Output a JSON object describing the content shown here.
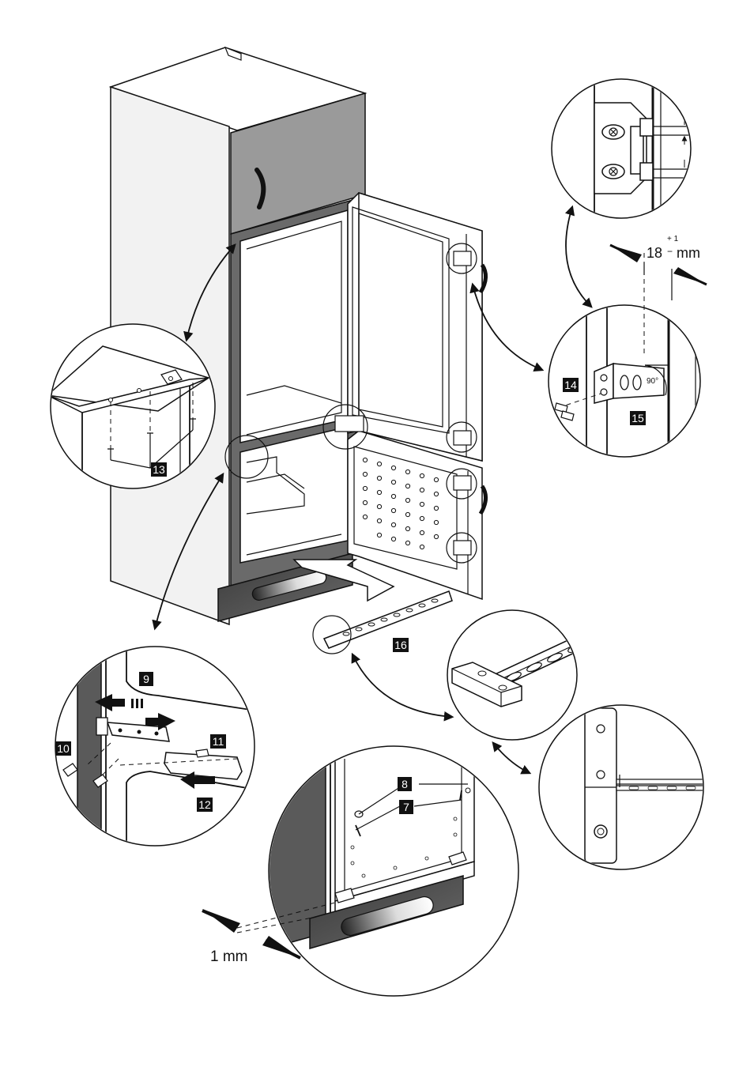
{
  "callouts": {
    "c7": "7",
    "c8": "8",
    "c9": "9",
    "c10": "10",
    "c11": "11",
    "c12": "12",
    "c13": "13",
    "c14": "14",
    "c15": "15",
    "c16": "16"
  },
  "dimensions": {
    "gap_value": "18",
    "gap_tolerance_plus": "+ 1",
    "gap_tolerance_minus": "−",
    "gap_unit": "mm",
    "plinth_gap": "1 mm",
    "angle": "90°"
  },
  "colors": {
    "line": "#111111",
    "cabinet_grey": "#9a9a9a",
    "cabinet_side": "#e9e9e9",
    "plinth": "#4a4a4a",
    "label_bg": "#111111"
  }
}
